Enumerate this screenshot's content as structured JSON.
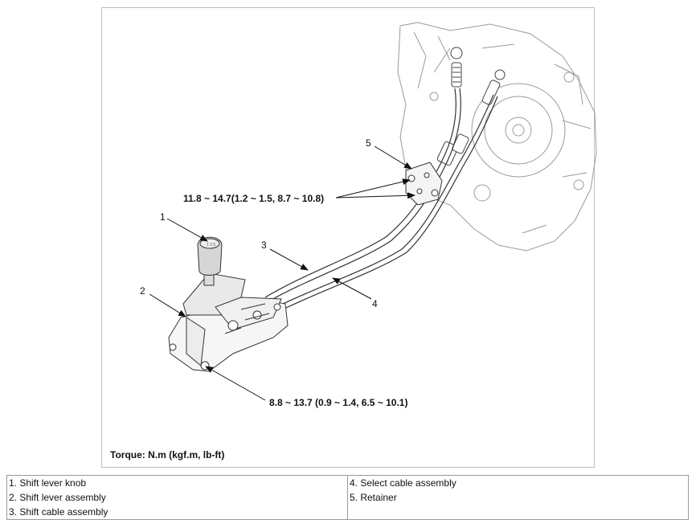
{
  "diagram": {
    "callouts": [
      "1",
      "2",
      "3",
      "4",
      "5"
    ],
    "torque_specs": {
      "retainer_bolts": "11.8 ~ 14.7(1.2 ~ 1.5, 8.7 ~ 10.8)",
      "lever_bolts": "8.8 ~ 13.7 (0.9 ~ 1.4, 6.5 ~ 10.1)"
    },
    "torque_note": "Torque: N.m (kgf.m, lb-ft)"
  },
  "legend": {
    "left": [
      "1. Shift lever knob",
      "2. Shift lever assembly",
      "3. Shift cable assembly"
    ],
    "right": [
      "4. Select cable assembly",
      "5. Retainer"
    ]
  }
}
